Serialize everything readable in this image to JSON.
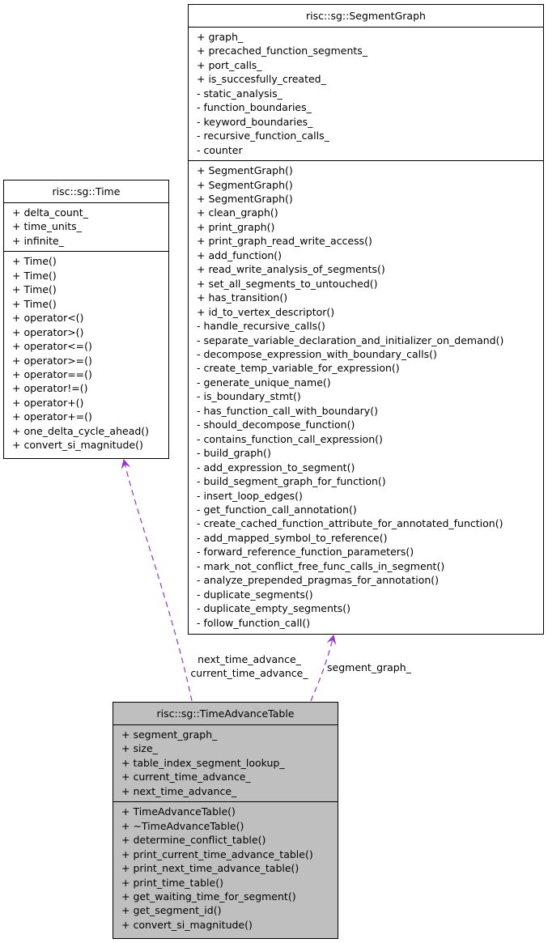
{
  "classes": {
    "time": {
      "name": "risc::sg::Time",
      "attributes": [
        "+ delta_count_",
        "+ time_units_",
        "+ infinite_"
      ],
      "methods": [
        "+ Time()",
        "+ Time()",
        "+ Time()",
        "+ Time()",
        "+ operator<()",
        "+ operator>()",
        "+ operator<=()",
        "+ operator>=()",
        "+ operator==()",
        "+ operator!=()",
        "+ operator+()",
        "+ operator+=()",
        "+ one_delta_cycle_ahead()",
        "+ convert_si_magnitude()"
      ]
    },
    "segment_graph": {
      "name": "risc::sg::SegmentGraph",
      "attributes": [
        "+ graph_",
        "+ precached_function_segments_",
        "+ port_calls_",
        "+ is_succesfully_created_",
        "- static_analysis_",
        "- function_boundaries_",
        "- keyword_boundaries_",
        "- recursive_function_calls_",
        "- counter"
      ],
      "methods": [
        "+ SegmentGraph()",
        "+ SegmentGraph()",
        "+ SegmentGraph()",
        "+ clean_graph()",
        "+ print_graph()",
        "+ print_graph_read_write_access()",
        "+ add_function()",
        "+ read_write_analysis_of_segments()",
        "+ set_all_segments_to_untouched()",
        "+ has_transition()",
        "+ id_to_vertex_descriptor()",
        "- handle_recursive_calls()",
        "- separate_variable_declaration_and_initializer_on_demand()",
        "- decompose_expression_with_boundary_calls()",
        "- create_temp_variable_for_expression()",
        "- generate_unique_name()",
        "- is_boundary_stmt()",
        "- has_function_call_with_boundary()",
        "- should_decompose_function()",
        "- contains_function_call_expression()",
        "- build_graph()",
        "- add_expression_to_segment()",
        "- build_segment_graph_for_function()",
        "- insert_loop_edges()",
        "- get_function_call_annotation()",
        "- create_cached_function_attribute_for_annotated_function()",
        "- add_mapped_symbol_to_reference()",
        "- forward_reference_function_parameters()",
        "- mark_not_conflict_free_func_calls_in_segment()",
        "- analyze_prepended_pragmas_for_annotation()",
        "- duplicate_segments()",
        "- duplicate_empty_segments()",
        "- follow_function_call()"
      ]
    },
    "time_advance_table": {
      "name": "risc::sg::TimeAdvanceTable",
      "attributes": [
        "+ segment_graph_",
        "+ size_",
        "+ table_index_segment_lookup_",
        "+ current_time_advance_",
        "+ next_time_advance_"
      ],
      "methods": [
        "+ TimeAdvanceTable()",
        "+ ~TimeAdvanceTable()",
        "+ determine_conflict_table()",
        "+ print_current_time_advance_table()",
        "+ print_next_time_advance_table()",
        "+ print_time_table()",
        "+ get_waiting_time_for_segment()",
        "+ get_segment_id()",
        "+ convert_si_magnitude()"
      ]
    }
  },
  "edges": {
    "time_edge_labels": [
      "next_time_advance_",
      "current_time_advance_"
    ],
    "segment_graph_edge_label": "segment_graph_",
    "edge_color": "#9a32cd"
  }
}
